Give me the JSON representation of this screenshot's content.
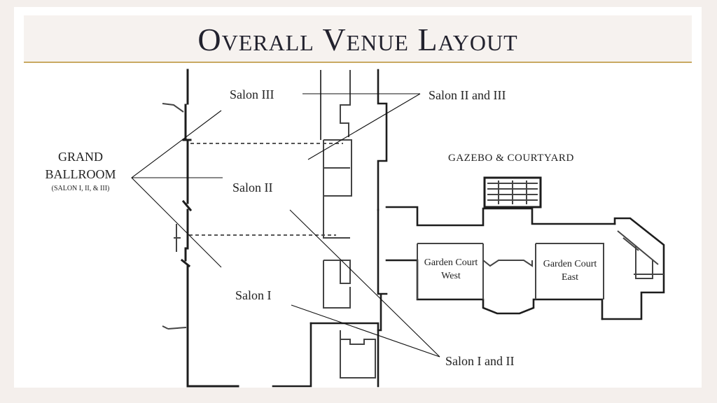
{
  "page": {
    "title": "Overall Venue Layout"
  },
  "labels": {
    "grand_ballroom": {
      "line1": "GRAND",
      "line2": "BALLROOM",
      "line3": "(SALON I, II, & III)"
    },
    "salon_iii": "Salon III",
    "salon_ii": "Salon II",
    "salon_i": "Salon I",
    "salon_ii_and_iii": "Salon II and III",
    "salon_i_and_ii": "Salon I and II",
    "gazebo_courtyard": "GAZEBO & COURTYARD",
    "garden_court_west": {
      "line1": "Garden Court",
      "line2": "West"
    },
    "garden_court_east": {
      "line1": "Garden Court",
      "line2": "East"
    }
  },
  "colors": {
    "background": "#f4efec",
    "title_band": "#f6f2ef",
    "title_rule": "#c9a962",
    "text": "#22222e",
    "walls": "#1d1d1d"
  }
}
